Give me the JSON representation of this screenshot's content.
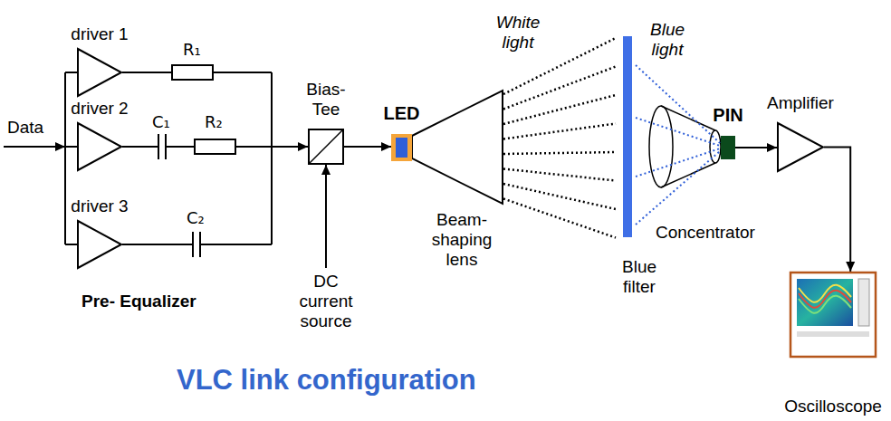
{
  "diagram": {
    "title": "VLC link configuration",
    "nodes": [
      {
        "text": [
          "driver 1"
        ]
      },
      {
        "text": [
          "driver 2"
        ]
      },
      {
        "text": [
          "driver 3"
        ]
      },
      {
        "text": [
          "Bias-Tee"
        ]
      },
      {
        "text": [
          "LED"
        ]
      },
      {
        "text": [
          "PIN"
        ]
      },
      {
        "text": [
          "Amplifier"
        ]
      },
      {
        "text": [
          "Oscilloscope"
        ]
      }
    ],
    "edges": [
      {
        "from": 3,
        "to": 4,
        "arrow": "to"
      },
      {
        "from": 5,
        "to": 6,
        "arrow": "to"
      },
      {
        "from": 6,
        "to": 7,
        "arrow": "to"
      }
    ],
    "labels": [
      "Data",
      "R₁",
      "C₁",
      "R₂",
      "C₂",
      "Pre- Equalizer",
      "DC current source",
      "White light",
      "Blue light",
      "Beam-shaping lens",
      "Blue filter",
      "Concentrator"
    ]
  }
}
